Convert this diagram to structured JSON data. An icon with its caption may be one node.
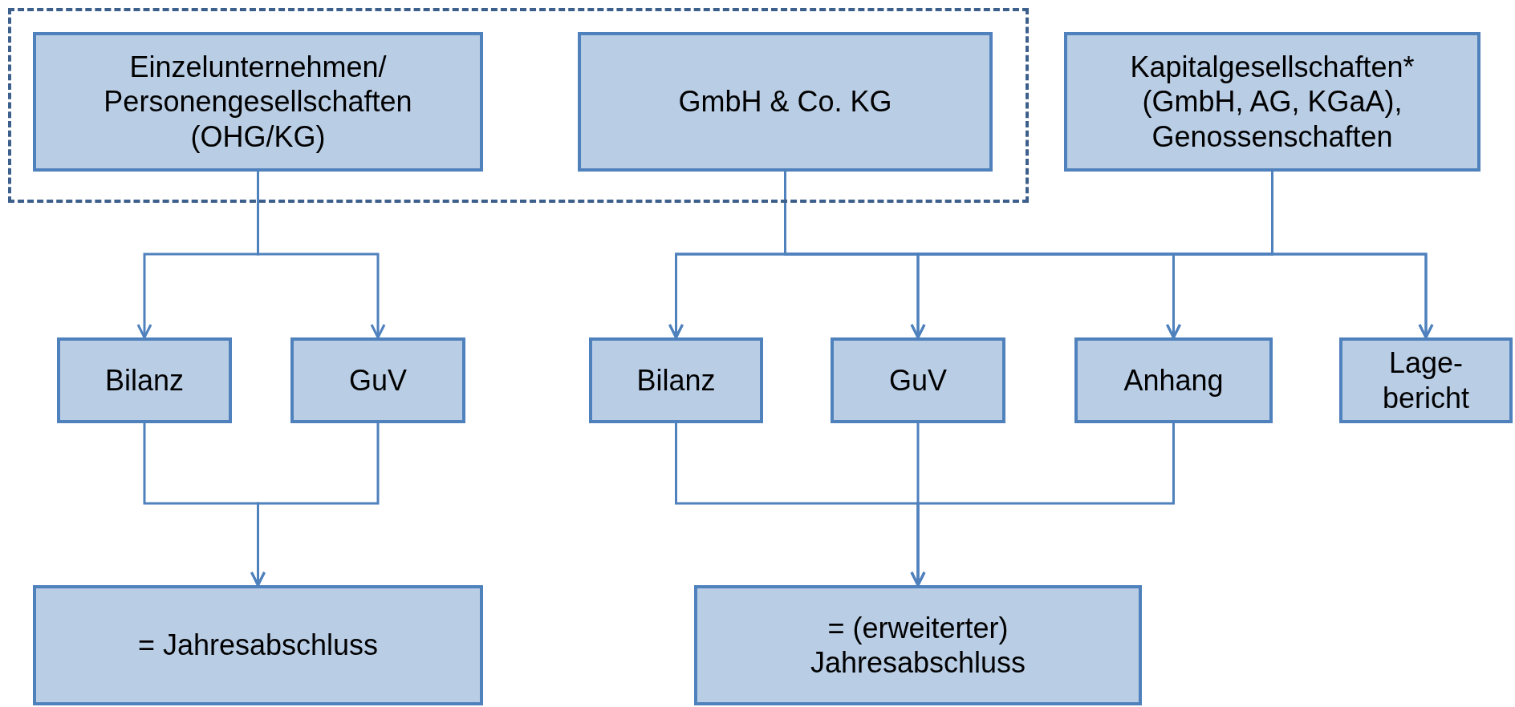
{
  "diagram": {
    "nodes": [
      {
        "text": [],
        "shape": "box"
      },
      {
        "text": [
          "Einzelunternehmen/ Personengesellschaften (OHG/KG)"
        ],
        "in": 0
      },
      {
        "text": [
          "GmbH & Co. KG"
        ],
        "in": 0
      },
      {
        "text": [
          "Kapitalgesellschaften* (GmbH, AG, KGaA), Genossenschaften"
        ]
      },
      {
        "text": [
          "Bilanz"
        ]
      },
      {
        "text": [
          "GuV"
        ]
      },
      {
        "text": [
          "Bilanz"
        ]
      },
      {
        "text": [
          "GuV"
        ]
      },
      {
        "text": [
          "Anhang"
        ]
      },
      {
        "text": [
          "Lage- bericht"
        ]
      },
      {
        "text": [
          "= Jahresabschluss"
        ]
      },
      {
        "text": [
          "= (erweiterter) Jahresabschluss"
        ]
      }
    ],
    "edges": [
      {
        "from": 1,
        "to": 4,
        "arrow": "to"
      },
      {
        "from": 1,
        "to": 5,
        "arrow": "to"
      },
      {
        "from": 2,
        "to": 6,
        "arrow": "to"
      },
      {
        "from": 2,
        "to": 7,
        "arrow": "to"
      },
      {
        "from": 2,
        "to": 8,
        "arrow": "to"
      },
      {
        "from": 2,
        "to": 9,
        "arrow": "to"
      },
      {
        "from": 3,
        "to": 6,
        "arrow": "to"
      },
      {
        "from": 3,
        "to": 7,
        "arrow": "to"
      },
      {
        "from": 3,
        "to": 8,
        "arrow": "to"
      },
      {
        "from": 3,
        "to": 9,
        "arrow": "to"
      },
      {
        "from": 4,
        "to": 10,
        "arrow": "to"
      },
      {
        "from": 5,
        "to": 10,
        "arrow": "to"
      },
      {
        "from": 6,
        "to": 11,
        "arrow": "to"
      },
      {
        "from": 7,
        "to": 11,
        "arrow": "to"
      },
      {
        "from": 8,
        "to": 11,
        "arrow": "to"
      }
    ]
  }
}
